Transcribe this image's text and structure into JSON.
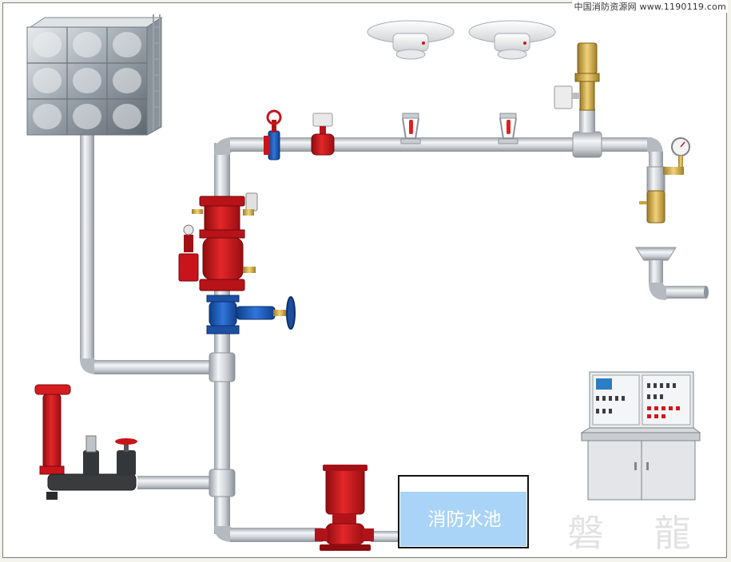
{
  "source_watermark": "中国消防资源网 www.1190119.com",
  "fire_pool_label": "消防水池",
  "brand_watermark": "磐 龍",
  "colors": {
    "pipe": "#cfd3d8",
    "pipe_edge": "#8e949b",
    "valve_red": "#d0161a",
    "valve_blue": "#1e5fc2",
    "pool_water": "#a9d3f7",
    "tank_steel": "#b9c0c7"
  },
  "components": [
    "elevated-water-tank",
    "smoke-detector-1",
    "smoke-detector-2",
    "automatic-air-vent",
    "signal-butterfly-valve",
    "water-flow-indicator",
    "sprinkler-head-1",
    "sprinkler-head-2",
    "test-pressure-gauge",
    "drain-funnel",
    "alarm-valve-group",
    "gate-valve-blue",
    "pump-adapter",
    "fire-pump",
    "fire-pool",
    "fire-control-cabinet"
  ]
}
